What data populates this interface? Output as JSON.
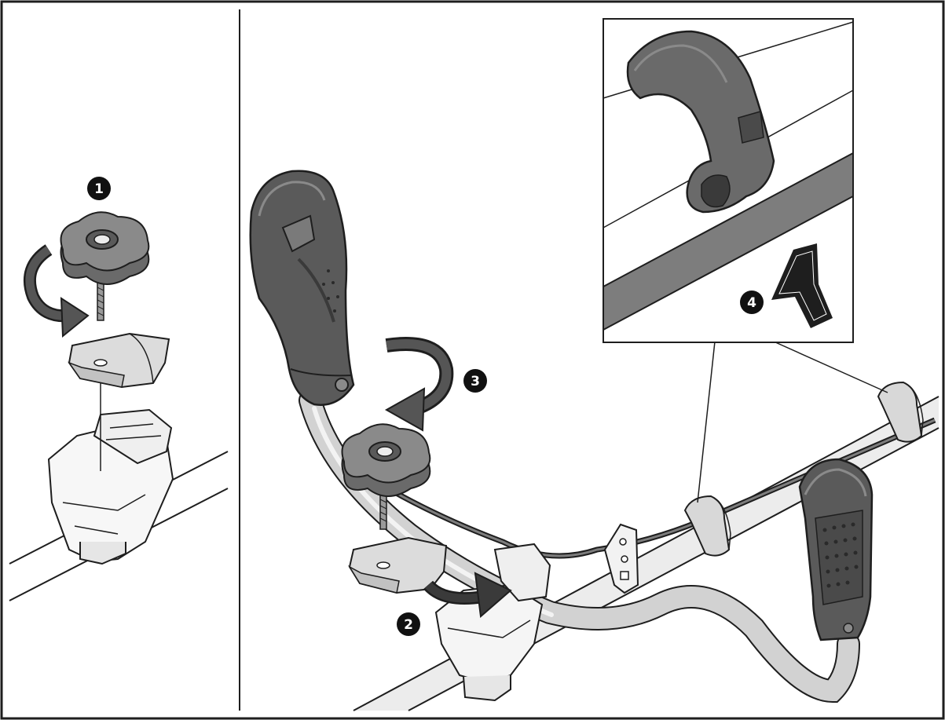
{
  "figure": {
    "colors": {
      "outline": "#1e1e1e",
      "grip_dark": "#4a4a4a",
      "grip_mid": "#6a6a6a",
      "grip_light": "#8a8a8a",
      "metal": "#d2d2d2",
      "metal_light": "#ececec",
      "strap": "#7d7d7d",
      "badge": "#111111",
      "background": "#ffffff"
    },
    "step_markers": [
      {
        "id": "step-1",
        "label": "1"
      },
      {
        "id": "step-2",
        "label": "2"
      },
      {
        "id": "step-3",
        "label": "3"
      },
      {
        "id": "step-4",
        "label": "4"
      }
    ],
    "icons": {
      "knob": "knob-icon",
      "clamp": "clamp-icon",
      "rotate_arrow": "rotate-arrow-icon",
      "push_arrow": "push-arrow-icon",
      "handle": "handle-icon"
    }
  }
}
